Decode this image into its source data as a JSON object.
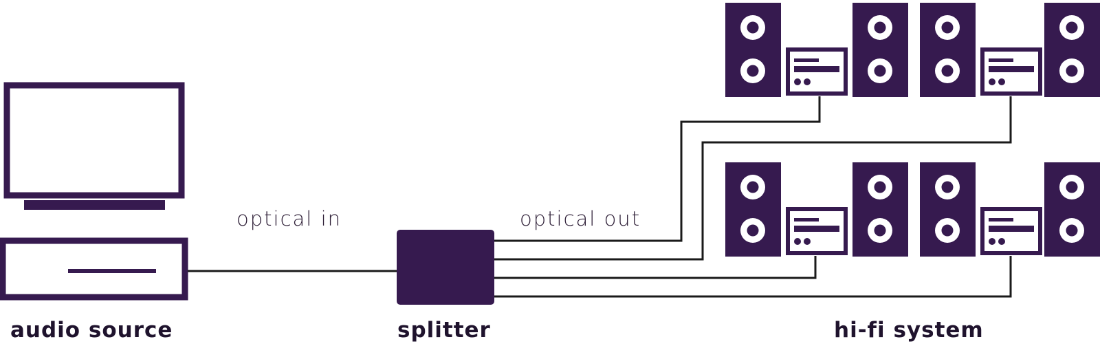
{
  "labels": {
    "source": "audio source",
    "splitter": "splitter",
    "system": "hi-fi system",
    "optical_in": "optical in",
    "optical_out": "optical out"
  },
  "colors": {
    "device": "#361a4f",
    "line": "#1a1a1a",
    "background": "#ffffff"
  },
  "icons": {
    "source_monitor": "monitor-icon",
    "source_box": "computer-case-icon",
    "splitter": "splitter-box-icon",
    "speaker": "speaker-icon",
    "amplifier": "amplifier-icon"
  }
}
